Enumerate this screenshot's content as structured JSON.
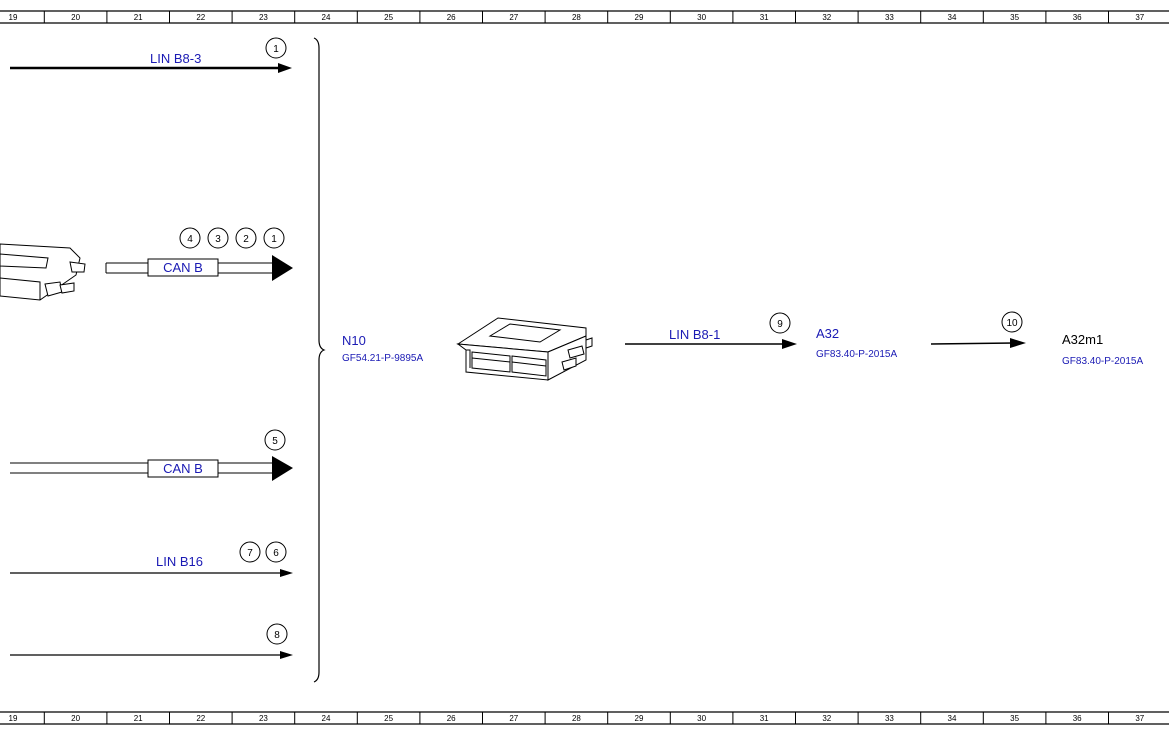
{
  "ruler": {
    "columns": [
      "19",
      "20",
      "21",
      "22",
      "23",
      "24",
      "25",
      "26",
      "27",
      "28",
      "29",
      "30",
      "31",
      "32",
      "33",
      "34",
      "35",
      "36",
      "37"
    ]
  },
  "inputs": [
    {
      "id": "line1",
      "bus_label": "LIN B8-3",
      "callouts": [
        "1"
      ],
      "style": "bold"
    },
    {
      "id": "line2",
      "bus_label": "CAN B",
      "callouts": [
        "4",
        "3",
        "2",
        "1"
      ],
      "style": "can"
    },
    {
      "id": "line3",
      "bus_label": "CAN B",
      "callouts": [
        "5"
      ],
      "style": "can"
    },
    {
      "id": "line4",
      "bus_label": "LIN B16",
      "callouts": [
        "7",
        "6"
      ],
      "style": "thin"
    },
    {
      "id": "line5",
      "bus_label": "",
      "callouts": [
        "8"
      ],
      "style": "thin"
    }
  ],
  "components": {
    "n10": {
      "name": "N10",
      "ref": "GF54.21-P-9895A"
    },
    "a32": {
      "name": "A32",
      "ref": "GF83.40-P-2015A"
    },
    "a32m1": {
      "name": "A32m1",
      "ref": "GF83.40-P-2015A"
    }
  },
  "links": {
    "n10_to_a32": {
      "bus_label": "LIN B8-1",
      "callout": "9"
    },
    "a32_to_a32m1": {
      "callout": "10"
    }
  },
  "colors": {
    "label_blue": "#1a1ab4",
    "line": "#000000"
  }
}
